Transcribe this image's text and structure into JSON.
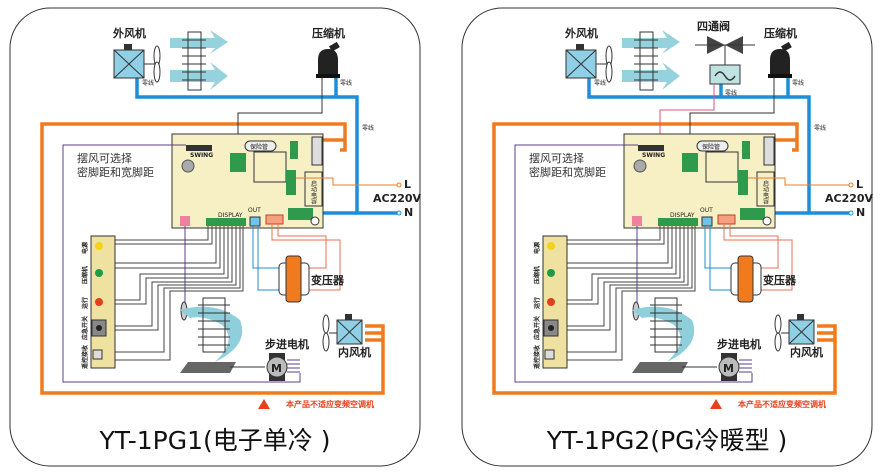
{
  "colors": {
    "neutral_wire": "#1b8fd9",
    "power_loop": "#f07a1e",
    "swing_wire": "#5b3f8c",
    "pcb": "#f6f0c4",
    "connector": "#2f9a4c",
    "warning": "#e8401c"
  },
  "panels": [
    {
      "title": "YT-1PG1(电子单冷 )",
      "outdoor_fan": "外风机",
      "compressor": "压缩机",
      "four_way_valve": "",
      "neutral_a": "零线",
      "neutral_b": "零线",
      "neutral_c": "零线",
      "neutral_d": "",
      "swing_note_1": "摆风可选择",
      "swing_note_2": "密脚距和宽脚距",
      "fuse": "保险管",
      "start_capacitor": "启动电容",
      "swing": "SWING",
      "display": "DISPLAY",
      "out": "OUT",
      "live": "L",
      "neutral": "N",
      "supply": "AC220V",
      "indicators": [
        "电源",
        "压缩机",
        "运行",
        "应急开关",
        "遥控接收"
      ],
      "indicator_colors": [
        "#f2d21a",
        "#1f9a48",
        "#e0401c"
      ],
      "transformer": "变压器",
      "stepper_motor": "步进电机",
      "motor_letter": "M",
      "indoor_fan": "内风机",
      "warning": "本产品不适应变频空调机"
    },
    {
      "title": "YT-1PG2(PG冷暖型 )",
      "outdoor_fan": "外风机",
      "compressor": "压缩机",
      "four_way_valve": "四通阀",
      "neutral_a": "零线",
      "neutral_b": "零线",
      "neutral_c": "零线",
      "neutral_d": "零线",
      "swing_note_1": "摆风可选择",
      "swing_note_2": "密脚距和宽脚距",
      "fuse": "保险管",
      "start_capacitor": "启动电容",
      "swing": "SWING",
      "display": "DISPLAY",
      "out": "OUT",
      "live": "L",
      "neutral": "N",
      "supply": "AC220V",
      "indicators": [
        "电源",
        "压缩机",
        "运行",
        "应急开关",
        "遥控接收"
      ],
      "indicator_colors": [
        "#f2d21a",
        "#1f9a48",
        "#e0401c"
      ],
      "transformer": "变压器",
      "stepper_motor": "步进电机",
      "motor_letter": "M",
      "indoor_fan": "内风机",
      "warning": "本产品不适应变频空调机"
    }
  ]
}
